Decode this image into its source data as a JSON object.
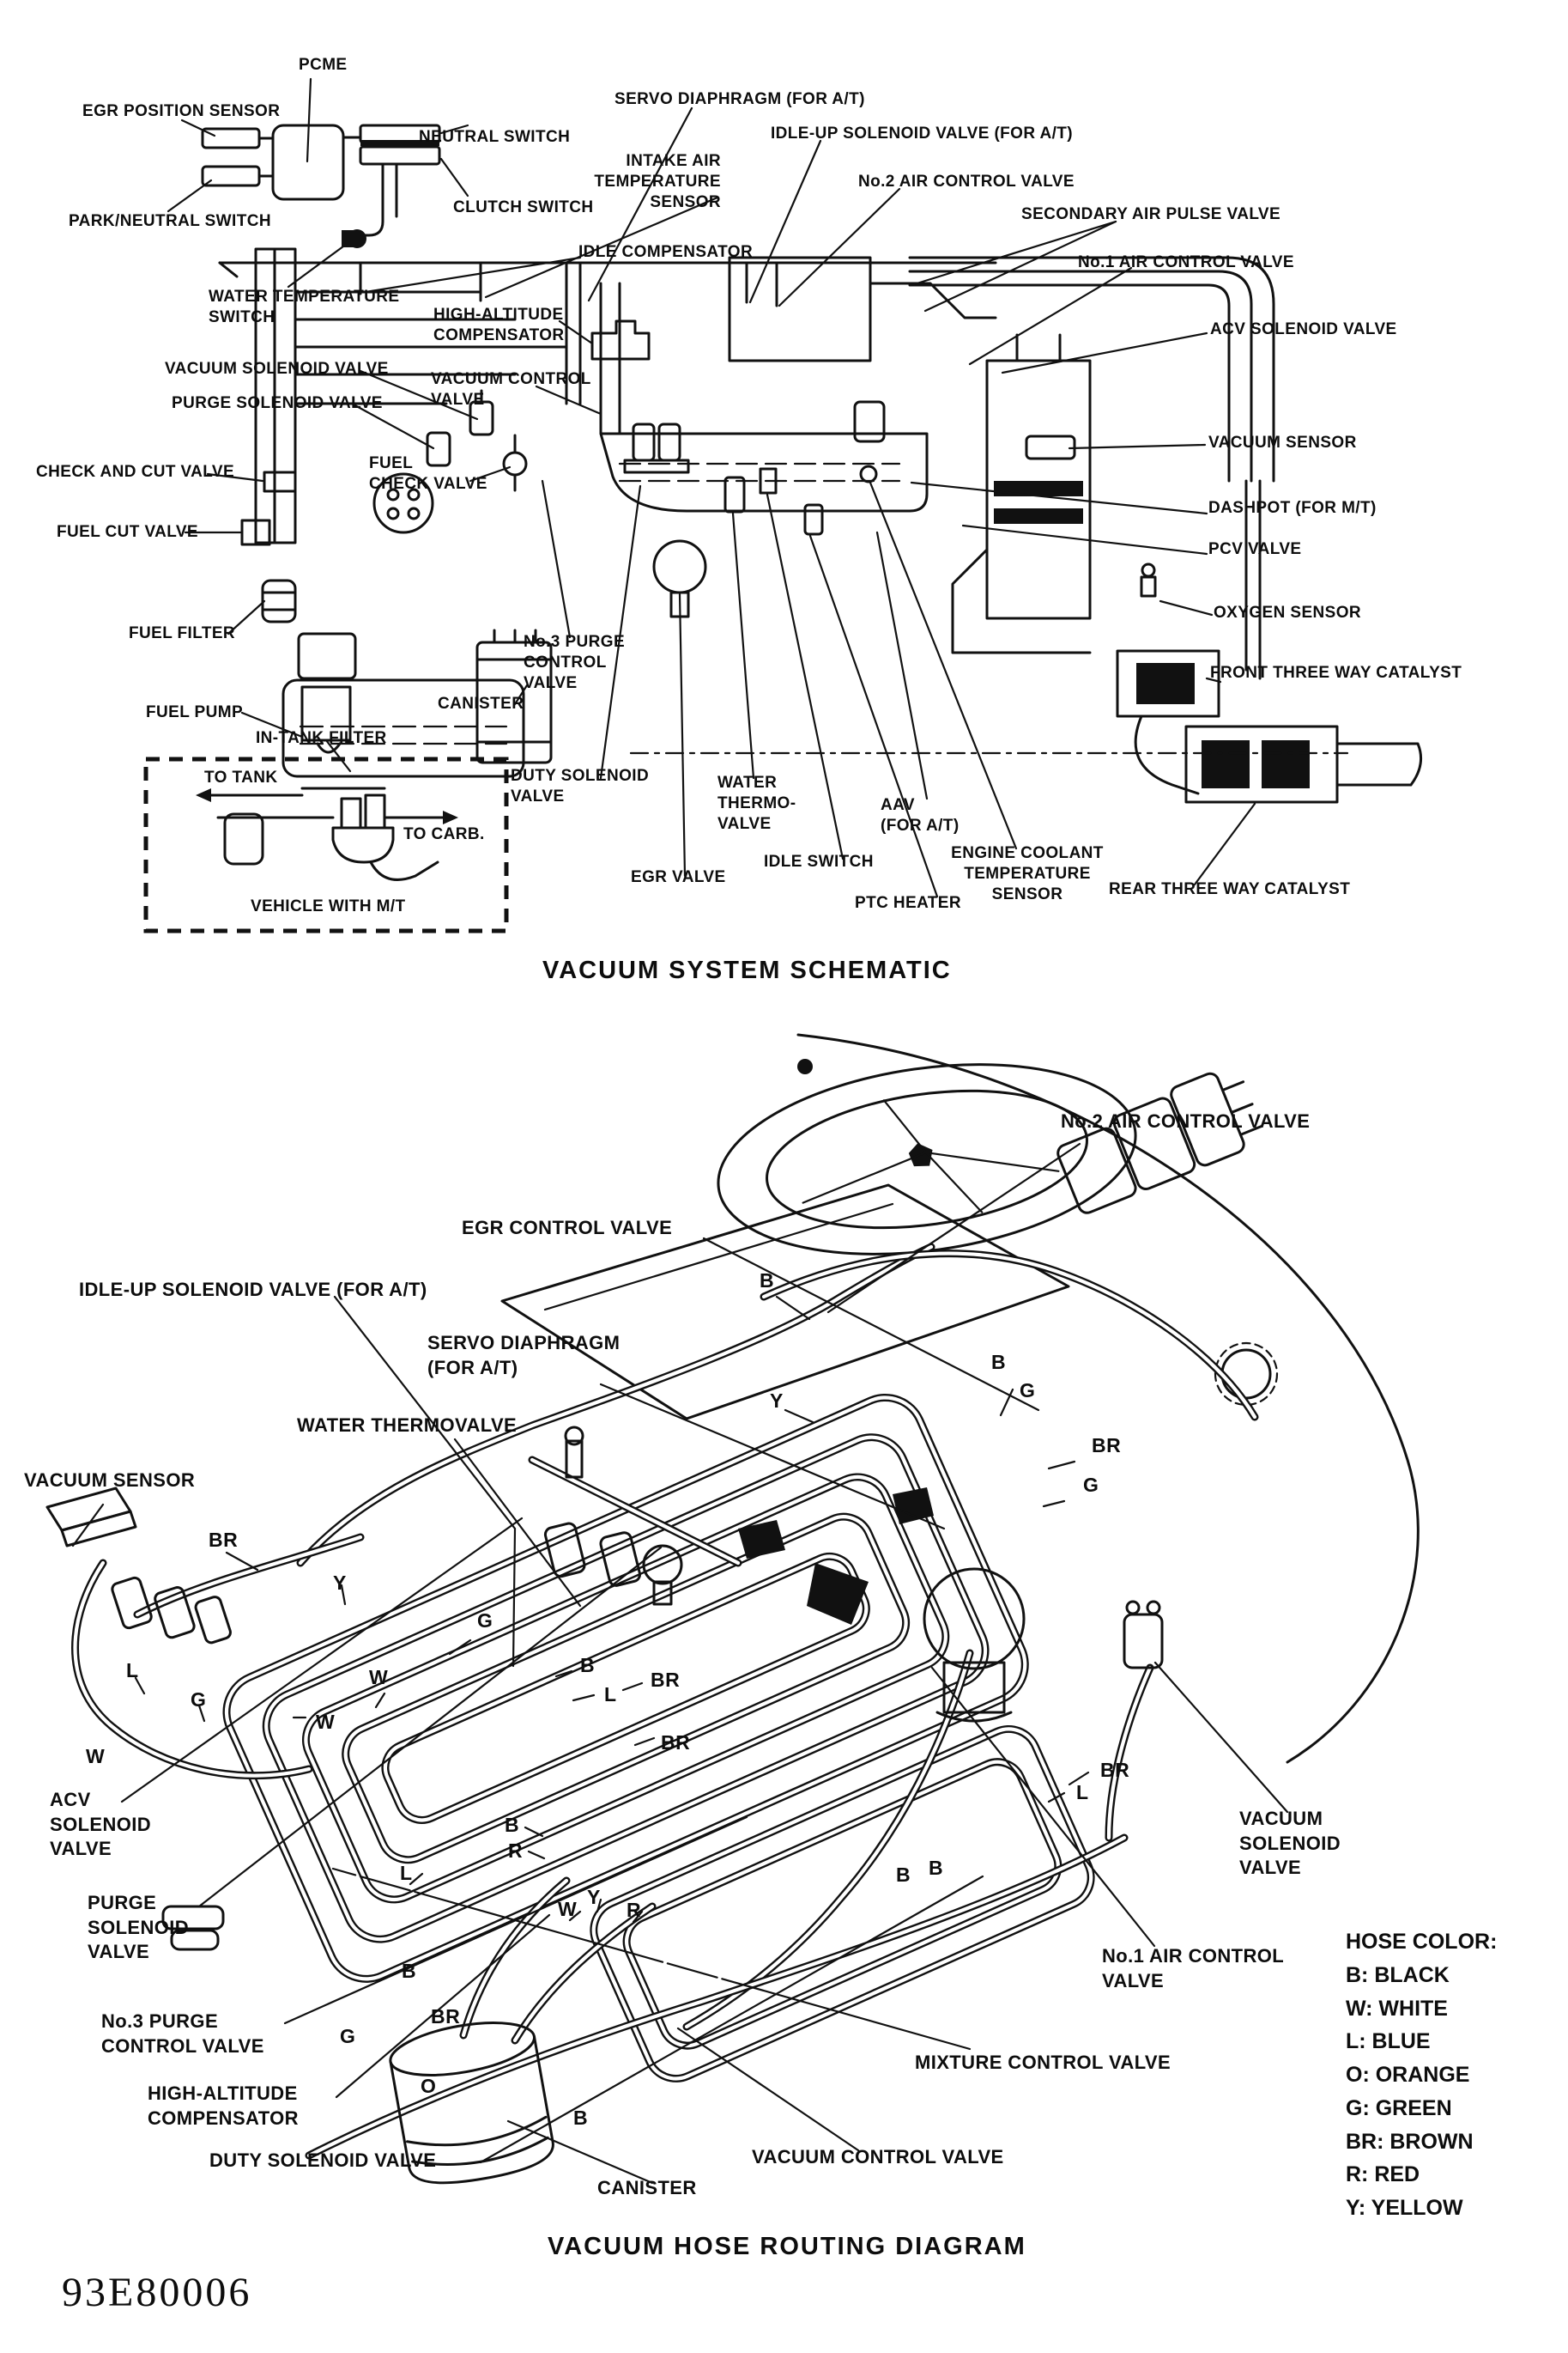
{
  "colors": {
    "ink": "#111111",
    "paper": "#ffffff"
  },
  "figure_code": "93E80006",
  "schematic": {
    "title": "VACUUM SYSTEM SCHEMATIC",
    "labels": {
      "pcme": "PCME",
      "egr_position_sensor": "EGR POSITION SENSOR",
      "neutral_switch": "NEUTRAL SWITCH",
      "park_neutral_switch": "PARK/NEUTRAL SWITCH",
      "clutch_switch": "CLUTCH SWITCH",
      "water_temperature_switch": "WATER TEMPERATURE\nSWITCH",
      "high_altitude_compensator": "HIGH-ALTITUDE\nCOMPENSATOR",
      "idle_compensator": "IDLE COMPENSATOR",
      "servo_diaphragm": "SERVO DIAPHRAGM (FOR A/T)",
      "idle_up_solenoid_valve": "IDLE-UP SOLENOID VALVE (FOR A/T)",
      "intake_air_temperature_sensor": "INTAKE AIR\nTEMPERATURE\nSENSOR",
      "no2_air_control_valve": "No.2 AIR CONTROL VALVE",
      "secondary_air_pulse_valve": "SECONDARY AIR PULSE VALVE",
      "no1_air_control_valve": "No.1 AIR CONTROL VALVE",
      "acv_solenoid_valve": "ACV SOLENOID VALVE",
      "vacuum_sensor": "VACUUM SENSOR",
      "vacuum_solenoid_valve": "VACUUM SOLENOID VALVE",
      "purge_solenoid_valve": "PURGE SOLENOID VALVE",
      "vacuum_control_valve": "VACUUM CONTROL\nVALVE",
      "check_and_cut_valve": "CHECK AND CUT VALVE",
      "fuel_check_valve": "FUEL\nCHECK VALVE",
      "fuel_cut_valve": "FUEL CUT VALVE",
      "fuel_filter": "FUEL FILTER",
      "fuel_pump": "FUEL PUMP",
      "in_tank_filter": "IN-TANK FILTER",
      "canister": "CANISTER",
      "no3_purge_control_valve": "No.3 PURGE\nCONTROL\nVALVE",
      "duty_solenoid_valve": "DUTY SOLENOID\nVALVE",
      "water_thermo_valve": "WATER\nTHERMO-\nVALVE",
      "egr_valve": "EGR VALVE",
      "idle_switch": "IDLE SWITCH",
      "aav": "AAV\n(FOR A/T)",
      "engine_coolant_temperature_sensor": "ENGINE COOLANT\nTEMPERATURE\nSENSOR",
      "ptc_heater": "PTC HEATER",
      "dashpot": "DASHPOT (FOR M/T)",
      "pcv_valve": "PCV VALVE",
      "oxygen_sensor": "OXYGEN SENSOR",
      "front_three_way_catalyst": "FRONT THREE WAY CATALYST",
      "rear_three_way_catalyst": "REAR THREE WAY CATALYST"
    },
    "inset": {
      "to_tank": "TO TANK",
      "to_carb": "TO CARB.",
      "caption": "VEHICLE WITH M/T"
    }
  },
  "routing": {
    "title": "VACUUM HOSE ROUTING DIAGRAM",
    "labels": {
      "no2_air_control_valve": "No.2 AIR CONTROL VALVE",
      "egr_control_valve": "EGR CONTROL VALVE",
      "idle_up_solenoid_valve": "IDLE-UP SOLENOID VALVE (FOR A/T)",
      "servo_diaphragm": "SERVO DIAPHRAGM\n(FOR A/T)",
      "water_thermovalve": "WATER THERMOVALVE",
      "vacuum_sensor": "VACUUM SENSOR",
      "acv_solenoid_valve": "ACV\nSOLENOID\nVALVE",
      "purge_solenoid_valve": "PURGE\nSOLENOID\nVALVE",
      "no3_purge_control_valve": "No.3 PURGE\nCONTROL VALVE",
      "high_altitude_compensator": "HIGH-ALTITUDE\nCOMPENSATOR",
      "duty_solenoid_valve": "DUTY SOLENOID VALVE",
      "canister": "CANISTER",
      "vacuum_control_valve": "VACUUM CONTROL VALVE",
      "mixture_control_valve": "MIXTURE CONTROL VALVE",
      "no1_air_control_valve": "No.1 AIR CONTROL\nVALVE",
      "vacuum_solenoid_valve": "VACUUM\nSOLENOID\nVALVE"
    },
    "hose_markers": [
      "B",
      "Y",
      "B",
      "G",
      "BR",
      "G",
      "BR",
      "Y",
      "G",
      "W",
      "W",
      "W",
      "L",
      "G",
      "B",
      "L",
      "BR",
      "BR",
      "B",
      "R",
      "L",
      "W",
      "Y",
      "R",
      "BR",
      "L",
      "B",
      "B",
      "B",
      "BR",
      "G",
      "O",
      "B"
    ]
  },
  "legend": {
    "title": "HOSE COLOR:",
    "entries": [
      {
        "code": "B",
        "name": "BLACK",
        "text": "B: BLACK"
      },
      {
        "code": "W",
        "name": "WHITE",
        "text": "W: WHITE"
      },
      {
        "code": "L",
        "name": "BLUE",
        "text": "L: BLUE"
      },
      {
        "code": "O",
        "name": "ORANGE",
        "text": "O: ORANGE"
      },
      {
        "code": "G",
        "name": "GREEN",
        "text": "G: GREEN"
      },
      {
        "code": "BR",
        "name": "BROWN",
        "text": "BR: BROWN"
      },
      {
        "code": "R",
        "name": "RED",
        "text": "R: RED"
      },
      {
        "code": "Y",
        "name": "YELLOW",
        "text": "Y: YELLOW"
      }
    ]
  }
}
